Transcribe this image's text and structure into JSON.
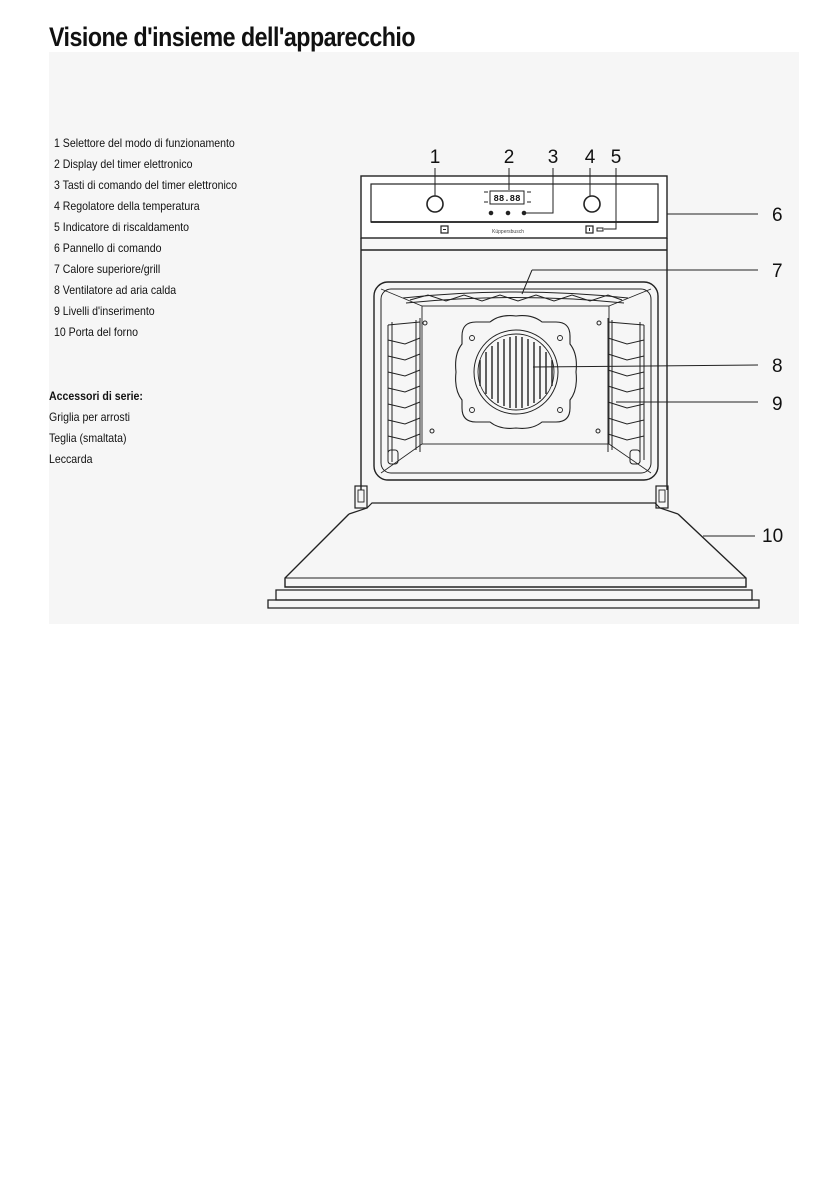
{
  "page": {
    "title": "Visione d'insieme dell'apparecchio"
  },
  "legend": {
    "items": [
      "1 Selettore del modo di funzionamento",
      "2 Display del timer elettronico",
      "3 Tasti di comando del timer elettronico",
      "4 Regolatore della temperatura",
      "5 Indicatore di riscaldamento",
      "6 Pannello di comando",
      "7 Calore superiore/grill",
      "8 Ventilatore ad aria calda",
      "9 Livelli d'inserimento",
      "10 Porta del forno"
    ]
  },
  "accessories": {
    "title": "Accessori di serie:",
    "items": [
      "Griglia per arrosti",
      "Teglia (smaltata)",
      "Leccarda"
    ]
  },
  "diagram": {
    "callouts": [
      "1",
      "2",
      "3",
      "4",
      "5",
      "6",
      "7",
      "8",
      "9",
      "10"
    ],
    "display_readout": "88.88",
    "brand_text": "Küppersbusch"
  }
}
